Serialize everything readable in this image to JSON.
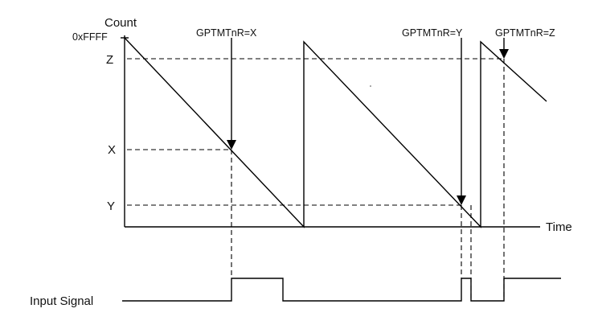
{
  "labels": {
    "count": "Count",
    "ffff": "0xFFFF",
    "z": "Z",
    "x": "X",
    "y": "Y",
    "time": "Time",
    "input_signal": "Input Signal"
  },
  "annotations": {
    "match_x": "GPTMTnR=X",
    "match_y": "GPTMTnR=Y",
    "match_z": "GPTMTnR=Z"
  }
}
